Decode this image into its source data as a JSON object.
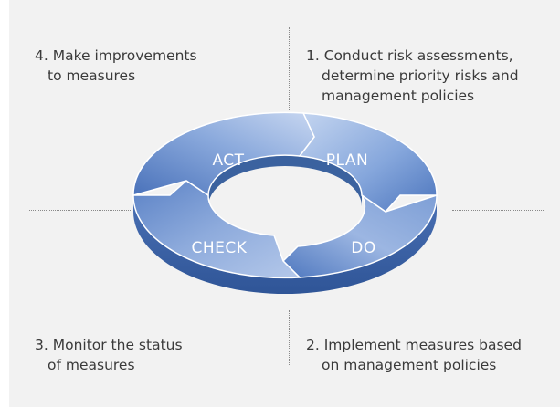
{
  "cycle": {
    "segments": [
      {
        "label": "PLAN"
      },
      {
        "label": "DO"
      },
      {
        "label": "CHECK"
      },
      {
        "label": "ACT"
      }
    ]
  },
  "steps": {
    "step1": [
      "1. Conduct risk assessments,",
      "determine priority risks and",
      "management policies"
    ],
    "step2": [
      "2. Implement measures based",
      "on management policies"
    ],
    "step3": [
      "3. Monitor the status",
      "of measures"
    ],
    "step4": [
      "4. Make improvements",
      "to measures"
    ]
  },
  "colors": {
    "background": "#f2f2f2",
    "ring_light": "#b9cceb",
    "ring_mid": "#7da0d8",
    "ring_dark": "#4f78bf",
    "ring_side": "#3d64a8",
    "text": "#3a3a3a"
  }
}
